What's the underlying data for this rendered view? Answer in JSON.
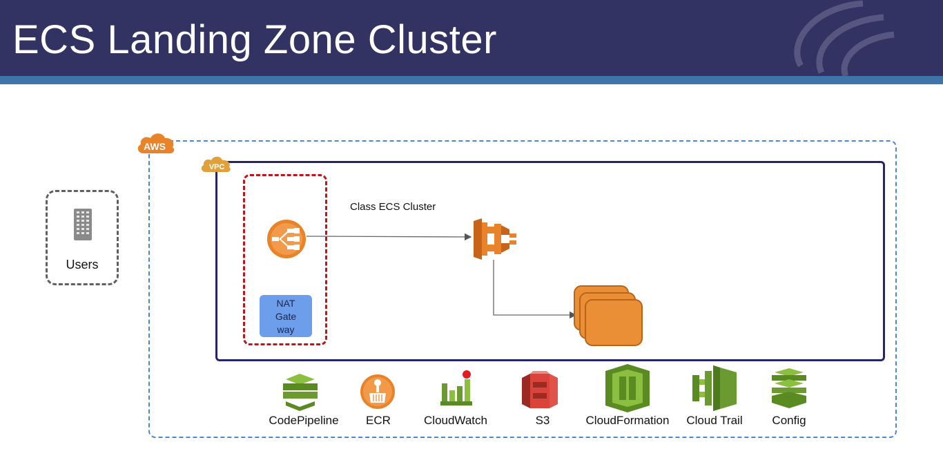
{
  "header": {
    "title": "ECS Landing Zone Cluster"
  },
  "colors": {
    "header_bg": "#323263",
    "header_stripe": "#3f74a8",
    "aws_boundary": "#4a86d8",
    "vpc_boundary": "#25236b",
    "subnet_boundary": "#c0141b",
    "nat_fill": "#6d9eeb",
    "aws_orange": "#e8832a",
    "aws_green": "#6b9a30",
    "aws_red": "#d9453b"
  },
  "diagram": {
    "aws_badge": "AWS",
    "vpc_badge": "VPC",
    "users_label": "Users",
    "nat_label": "NAT\nGate\nway",
    "cluster_label": "Class ECS Cluster",
    "services": [
      {
        "label": "CodePipeline",
        "icon": "codepipeline-icon"
      },
      {
        "label": "ECR",
        "icon": "ecr-icon"
      },
      {
        "label": "CloudWatch",
        "icon": "cloudwatch-icon"
      },
      {
        "label": "S3",
        "icon": "s3-icon"
      },
      {
        "label": "CloudFormation",
        "icon": "cloudformation-icon"
      },
      {
        "label": "Cloud Trail",
        "icon": "cloudtrail-icon"
      },
      {
        "label": "Config",
        "icon": "config-icon"
      }
    ]
  }
}
